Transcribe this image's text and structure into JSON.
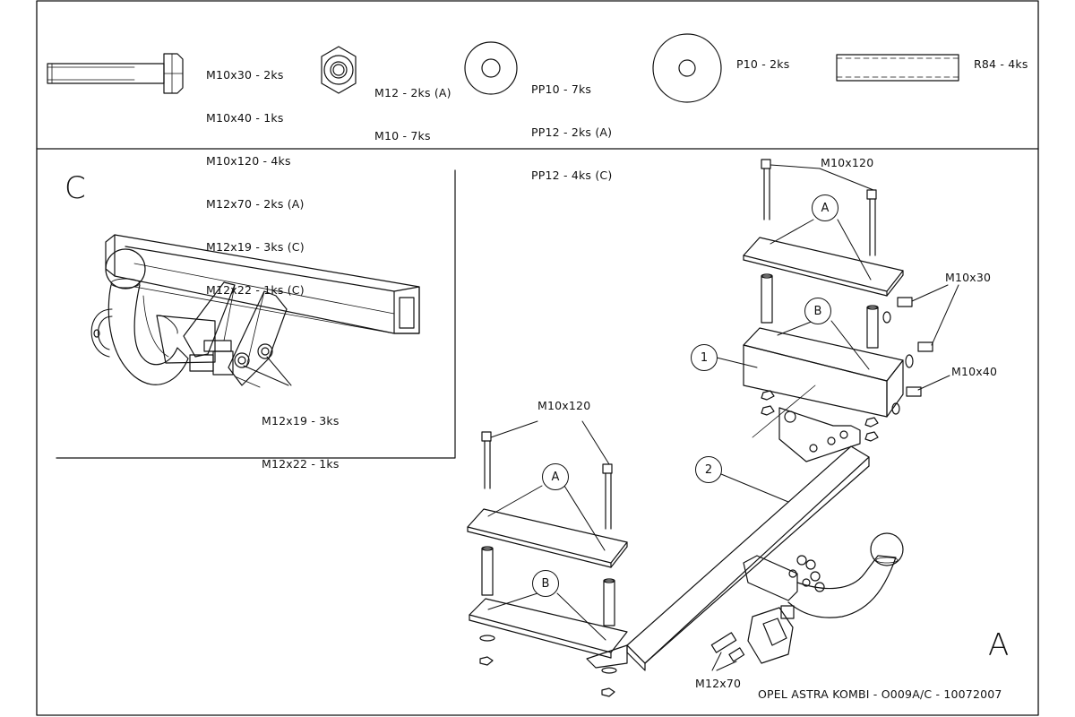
{
  "legend": {
    "bolts": [
      "M10x30 - 2ks",
      "M10x40 - 1ks",
      "M10x120 - 4ks",
      "M12x70 - 2ks (A)",
      "M12x19 - 3ks (C)",
      "M12x22 - 1ks (C)"
    ],
    "nuts": [
      "M12 - 2ks (A)",
      "M10 - 7ks"
    ],
    "washers_small": [
      "PP10 - 7ks",
      "PP12 - 2ks (A)",
      "PP12 - 4ks (C)"
    ],
    "washer_large": "P10 - 2ks",
    "spacer": "R84 - 4ks"
  },
  "detail_c": {
    "title": "C",
    "labels": [
      "M12x19 - 3ks",
      "M12x22 - 1ks"
    ]
  },
  "main": {
    "view_letter": "A",
    "labels": {
      "m10x120_top": "M10x120",
      "m10x120_left": "M10x120",
      "m10x30": "M10x30",
      "m10x40": "M10x40",
      "m12x70": "M12x70"
    },
    "callouts": {
      "a_top": "A",
      "b_top": "B",
      "a_left": "A",
      "b_left": "B",
      "one": "1",
      "two": "2"
    }
  },
  "footer": "OPEL ASTRA KOMBI - O009A/C - 10072007"
}
